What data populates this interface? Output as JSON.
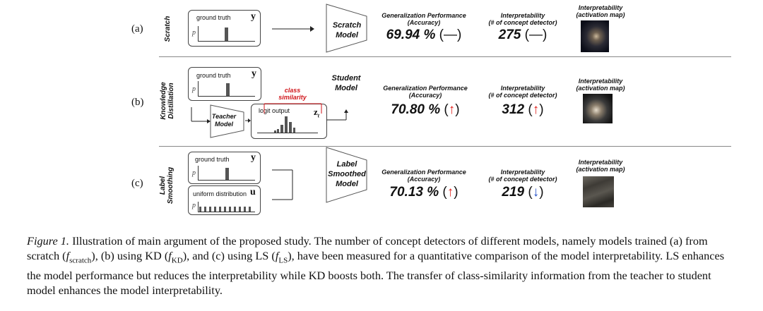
{
  "rows": [
    {
      "tag": "(a)",
      "method": [
        "Scratch"
      ],
      "ground_truth_label": "ground truth",
      "ground_truth_var": "y",
      "p_label": "p",
      "model_name": [
        "Scratch",
        "Model"
      ],
      "gen_title": [
        "Generalization Performance",
        "(Accuracy)"
      ],
      "gen_value": "69.94 %",
      "gen_indicator": "(—)",
      "interp_title": [
        "Interpretability",
        "(# of concept detector)"
      ],
      "interp_value": "275",
      "interp_indicator": "(—)",
      "map_title": [
        "Interpretability",
        "(activation map)"
      ]
    },
    {
      "tag": "(b)",
      "method": [
        "Knowledge",
        "Distillation"
      ],
      "ground_truth_label": "ground truth",
      "ground_truth_var": "y",
      "p_label": "p",
      "model_name": [
        "Student",
        "Model"
      ],
      "teacher_name": [
        "Teacher",
        "Model"
      ],
      "logit_label": "logit output",
      "logit_var": "z",
      "logit_sub": "t",
      "class_similarity": [
        "class",
        "similarity"
      ],
      "gen_title": [
        "Generalization Performance",
        "(Accuracy)"
      ],
      "gen_value": "70.80 %",
      "gen_indicator_open": "(",
      "gen_arrow": "↑",
      "gen_indicator_close": ")",
      "interp_title": [
        "Interpretability",
        "(# of concept detector)"
      ],
      "interp_value": "312",
      "interp_indicator_open": "(",
      "interp_arrow": "↑",
      "interp_indicator_close": ")",
      "map_title": [
        "Interpretability",
        "(activation map)"
      ]
    },
    {
      "tag": "(c)",
      "method": [
        "Label",
        "Smoothing"
      ],
      "ground_truth_label": "ground truth",
      "ground_truth_var": "y",
      "p_label": "p",
      "uniform_label": "uniform distribution",
      "uniform_var": "u",
      "model_name": [
        "Label",
        "Smoothed",
        "Model"
      ],
      "gen_title": [
        "Generalization Performance",
        "(Accuracy)"
      ],
      "gen_value": "70.13 %",
      "gen_indicator_open": "(",
      "gen_arrow": "↑",
      "gen_indicator_close": ")",
      "interp_title": [
        "Interpretability",
        "(# of concept detector)"
      ],
      "interp_value": "219",
      "interp_indicator_open": "(",
      "interp_arrow": "↓",
      "interp_indicator_close": ")",
      "map_title": [
        "Interpretability",
        "(activation map)"
      ]
    }
  ],
  "colors": {
    "up_arrow": "#e0201c",
    "down_arrow": "#2450c8",
    "class_similarity": "#d0151a"
  },
  "caption": {
    "label": "Figure 1.",
    "part1": " Illustration of main argument of the proposed study. The number of concept detectors of different models, namely models trained (a) from scratch (",
    "f_scratch": "f",
    "f_scratch_sub": "scratch",
    "part2": "), (b) using KD (",
    "f_kd": "f",
    "f_kd_sub": "KD",
    "part3": "), and (c) using LS (",
    "f_ls": "f",
    "f_ls_sub": "LS",
    "part4": "), have been measured for a quantitative comparison of the model interpretability. LS enhances the model performance but reduces the interpretability while KD boosts both. The transfer of class-similarity information from the teacher to student model enhances the model interpretability."
  }
}
